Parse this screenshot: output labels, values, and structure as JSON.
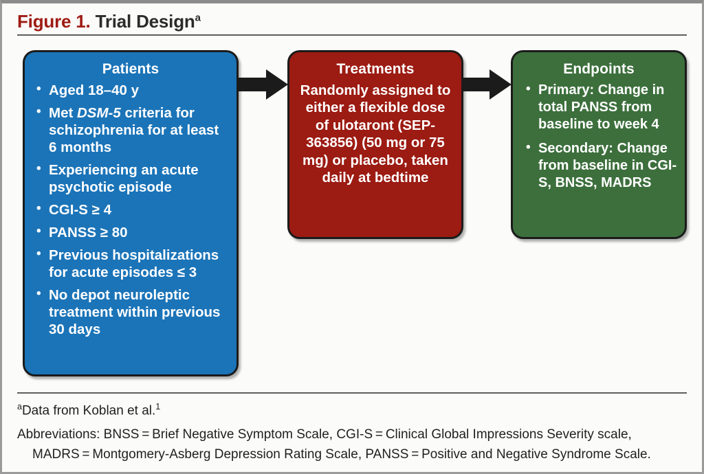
{
  "figure": {
    "title_number": "Figure 1.",
    "title_text": "Trial Design",
    "title_superscript": "a"
  },
  "colors": {
    "title_accent": "#9e1b13",
    "patients_box": "#1b74b8",
    "treatments_box": "#9c1b12",
    "endpoints_box": "#3c6f3c",
    "arrow": "#1b1b1b",
    "rule": "#5e5e5e"
  },
  "boxes": {
    "patients": {
      "heading": "Patients",
      "items": [
        {
          "text": "Aged 18–40 y"
        },
        {
          "pre": "Met ",
          "italic": "DSM-5",
          "post": " criteria for schizophrenia for at least 6 months"
        },
        {
          "text": "Experiencing an acute psychotic episode"
        },
        {
          "text": "CGI-S ≥ 4"
        },
        {
          "text": "PANSS ≥ 80"
        },
        {
          "text": "Previous hospitalizations for acute episodes ≤ 3"
        },
        {
          "text": "No depot neuroleptic treatment within previous 30 days"
        }
      ]
    },
    "treatments": {
      "heading": "Treatments",
      "body": "Randomly assigned to either a flexible dose of ulotaront (SEP-363856) (50 mg or 75 mg) or placebo, taken daily at bedtime"
    },
    "endpoints": {
      "heading": "Endpoints",
      "items": [
        {
          "text": "Primary: Change in total PANSS from baseline to week 4"
        },
        {
          "text": "Secondary: Change from baseline in CGI-S, BNSS, MADRS"
        }
      ]
    }
  },
  "arrows": [
    {
      "name": "arrow-patients-to-treatments"
    },
    {
      "name": "arrow-treatments-to-endpoints"
    }
  ],
  "footnotes": {
    "marker_a": "a",
    "source": "Data from Koblan et al.",
    "source_ref": "1",
    "abbreviations_line1": "Abbreviations: BNSS = Brief Negative Symptom Scale, CGI-S = Clinical Global Impressions Severity scale,",
    "abbreviations_line2": "MADRS = Montgomery-Asberg Depression Rating Scale, PANSS = Positive and Negative Syndrome Scale."
  }
}
